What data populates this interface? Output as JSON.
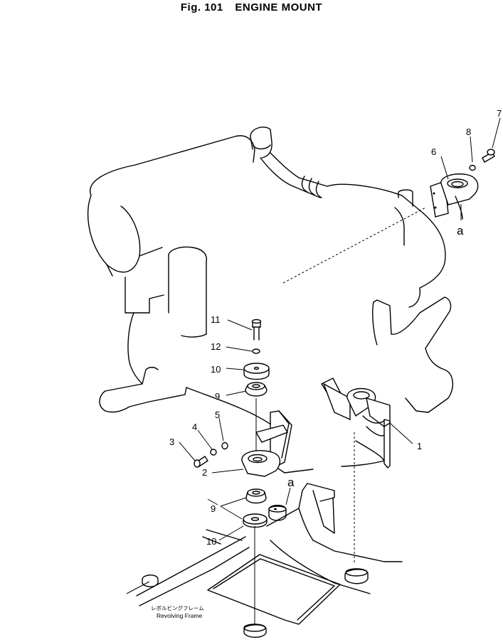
{
  "figure": {
    "number": "Fig. 101",
    "title": "ENGINE MOUNT"
  },
  "callouts": [
    "1",
    "2",
    "3",
    "4",
    "5",
    "6",
    "7",
    "8",
    "9",
    "10",
    "11",
    "12"
  ],
  "reference_marks": {
    "upper": "a",
    "lower": "a"
  },
  "labels": {
    "frame_japanese": "レボルビングフレーム",
    "frame_english": "Revolving Frame"
  }
}
